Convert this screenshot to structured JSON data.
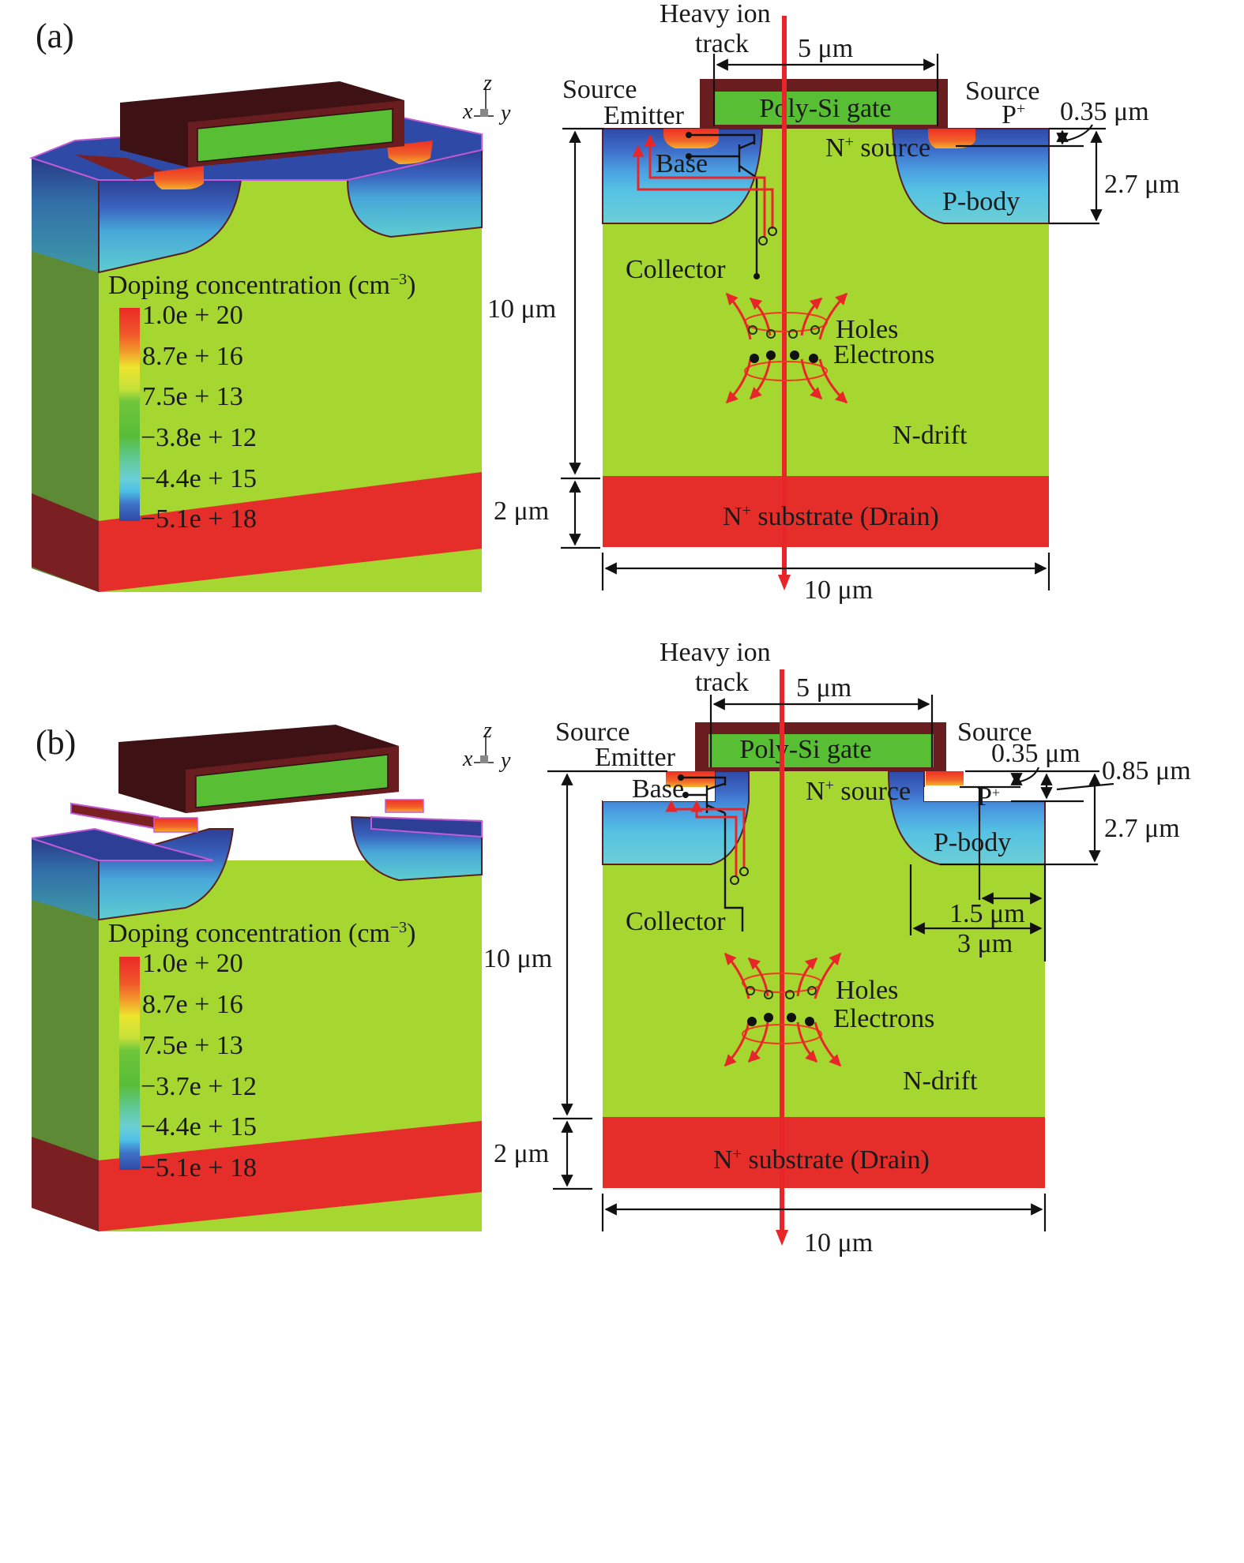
{
  "figure": {
    "panels": [
      {
        "id": "a",
        "label": "(a)",
        "axis": {
          "x": "x",
          "y": "y",
          "z": "z"
        },
        "legend": {
          "title": "Doping concentration (cm",
          "title_sup": "−3",
          "title_close": ")",
          "ticks": [
            "1.0e + 20",
            "8.7e + 16",
            "7.5e + 13",
            "−3.8e + 12",
            "−4.4e + 15",
            "−5.1e + 18"
          ]
        },
        "labels": {
          "heavy_ion": "Heavy ion",
          "track": "track",
          "gate_width": "5 μm",
          "source_left": "Source",
          "emitter": "Emitter",
          "gate": "Poly-Si gate",
          "source_right": "Source",
          "p_plus": "P",
          "p_plus_sup": "+",
          "n_source": "N",
          "n_source_sup": "+",
          "n_source_rest": " source",
          "base": "Base",
          "p_body": "P-body",
          "collector": "Collector",
          "holes": "Holes",
          "electrons": "Electrons",
          "n_drift": "N-drift",
          "substrate_n": "N",
          "substrate_sup": "+",
          "substrate_rest": " substrate (Drain)",
          "dim_035": "0.35 μm",
          "dim_27": "2.7 μm",
          "dim_10_vert": "10 μm",
          "dim_2": "2 μm",
          "dim_10_horiz": "10 μm"
        }
      },
      {
        "id": "b",
        "label": "(b)",
        "axis": {
          "x": "x",
          "y": "y",
          "z": "z"
        },
        "legend": {
          "title": "Doping concentration (cm",
          "title_sup": "−3",
          "title_close": ")",
          "ticks": [
            "1.0e + 20",
            "8.7e + 16",
            "7.5e + 13",
            "−3.7e + 12",
            "−4.4e + 15",
            "−5.1e + 18"
          ]
        },
        "labels": {
          "heavy_ion": "Heavy ion",
          "track": "track",
          "gate_width": "5 μm",
          "source_left": "Source",
          "emitter": "Emitter",
          "gate": "Poly-Si gate",
          "source_right": "Source",
          "p_plus": "P",
          "p_plus_sup": "+",
          "n_source": "N",
          "n_source_sup": "+",
          "n_source_rest": " source",
          "base": "Base",
          "p_body": "P-body",
          "collector": "Collector",
          "holes": "Holes",
          "electrons": "Electrons",
          "n_drift": "N-drift",
          "substrate_n": "N",
          "substrate_sup": "+",
          "substrate_rest": " substrate (Drain)",
          "dim_035": "0.35 μm",
          "dim_085": "0.85 μm",
          "dim_27": "2.7 μm",
          "dim_15": "1.5 μm",
          "dim_3": "3 μm",
          "dim_10_vert": "10 μm",
          "dim_2": "2 μm",
          "dim_10_horiz": "10 μm"
        }
      }
    ],
    "colors": {
      "n_drift": "#a6d630",
      "n_drift_side": "#5c8a35",
      "substrate": "#e52d2a",
      "substrate_side": "#7a1f22",
      "gate_oxide": "#6a1d1f",
      "gate_top": "#3e1214",
      "poly_gate": "#58be33",
      "p_body_deep": "#2f4aa6",
      "p_body_mid": "#4a9be0",
      "p_body_light": "#6ccfd6",
      "n_plus": "#ef3a22",
      "n_plus_edge": "#f5a020",
      "heavy_ion_track": "#e8262a",
      "edge_magenta": "#c35ad6"
    }
  }
}
